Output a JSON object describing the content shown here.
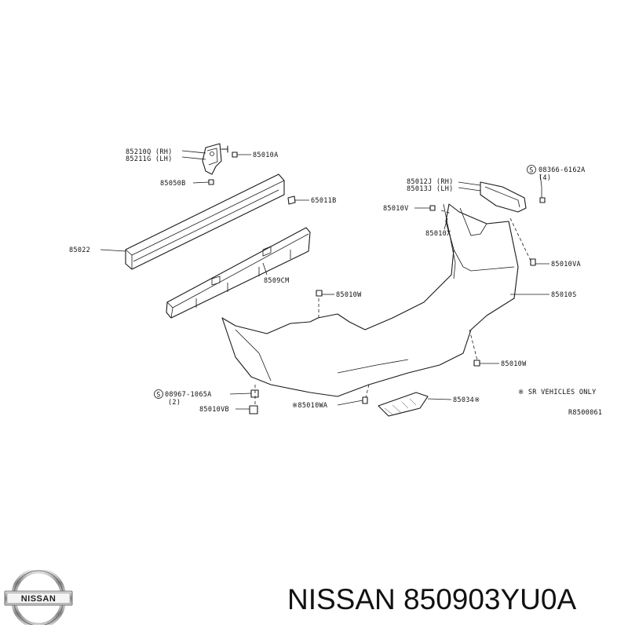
{
  "labels": {
    "l1": "85210Q (RH)",
    "l2": "85211G (LH)",
    "l3": "85010A",
    "l4": "85050B",
    "l5": "65011B",
    "l6": "85022",
    "l7": "8509CM",
    "l8": "85010W",
    "l9": "85012J (RH)",
    "l10": "85013J (LH)",
    "l11": "08366-6162A",
    "l12": "(4)",
    "l13": "85010V",
    "l14": "85010X",
    "l15": "85010VA",
    "l16": "85010S",
    "l17": "85010W",
    "l18": "08967-1065A",
    "l19": "(2)",
    "l20": "85010VB",
    "l21": "※85010WA",
    "l22": "85034※",
    "l23": "※ SR VEHICLES ONLY",
    "l24": "R8500061",
    "s1": "S",
    "s2": "S"
  },
  "logo": {
    "text": "NISSAN",
    "icon": "nissan-logo-icon"
  },
  "footer": {
    "text": "NISSAN 850903YU0A"
  }
}
